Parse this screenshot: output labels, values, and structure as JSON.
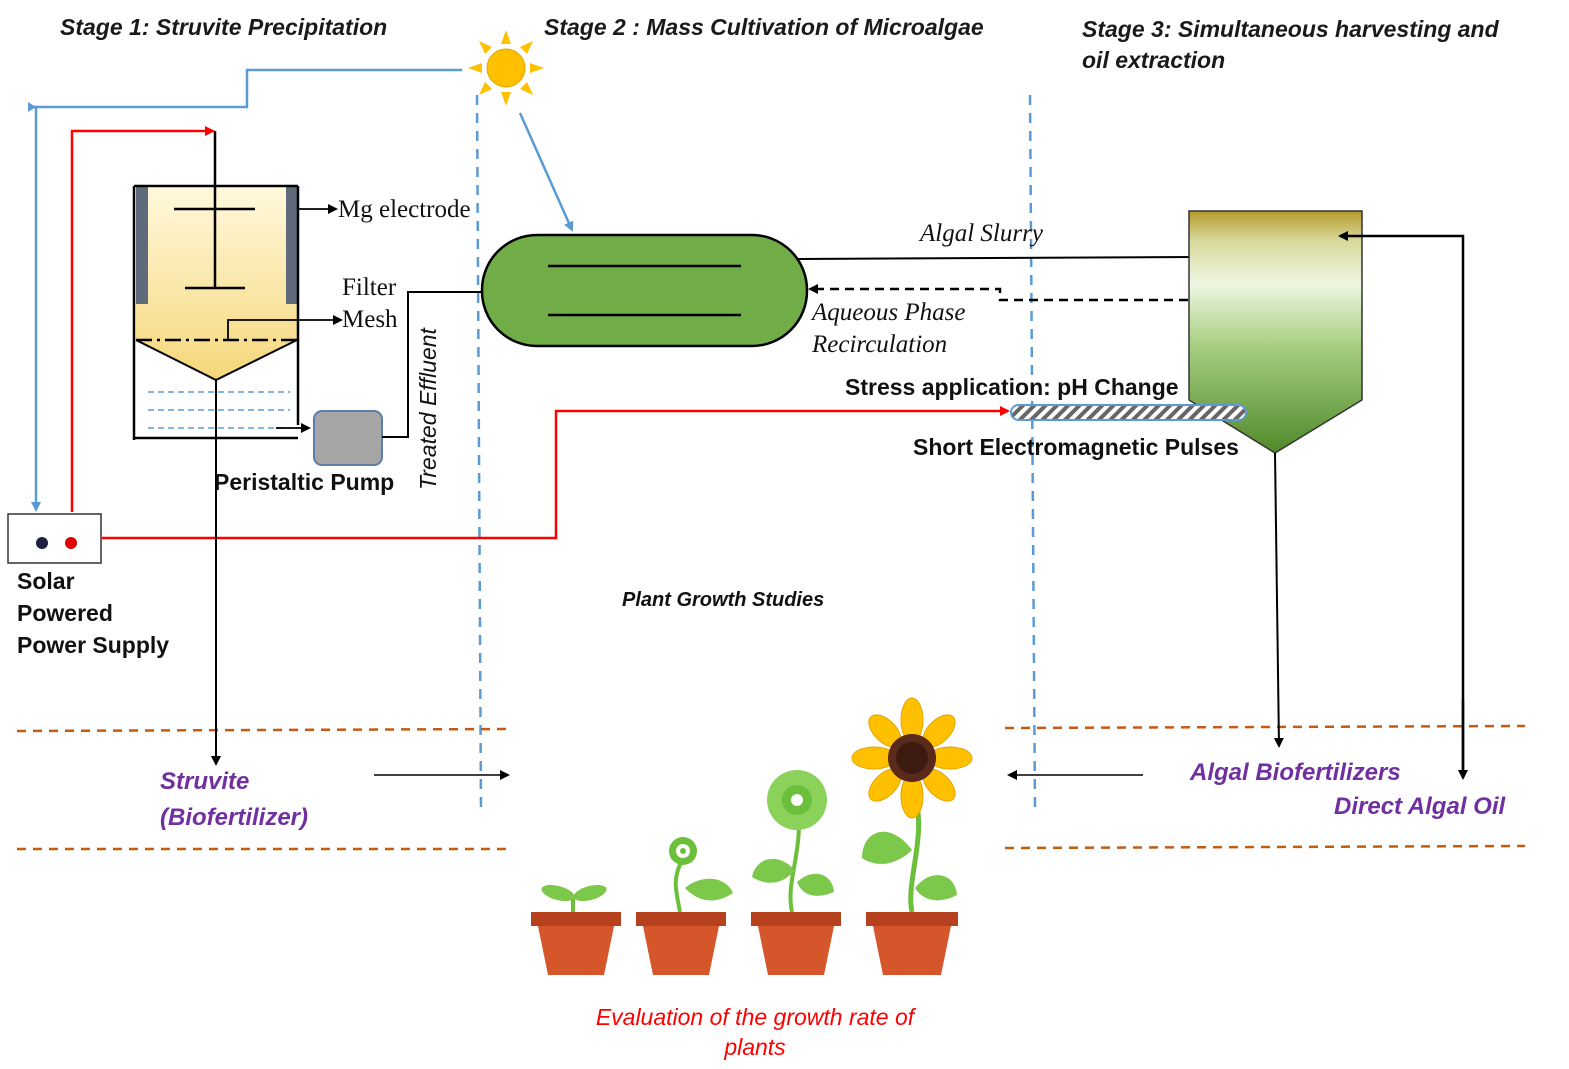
{
  "stages": {
    "stage1": "Stage 1: Struvite Precipitation",
    "stage2": "Stage 2 : Mass Cultivation of Microalgae",
    "stage3_line1": "Stage 3: Simultaneous harvesting and",
    "stage3_line2": "oil extraction"
  },
  "labels": {
    "mg_electrode": "Mg electrode",
    "filter": "Filter",
    "mesh": "Mesh",
    "peristaltic_pump": "Peristaltic Pump",
    "treated_effluent": "Treated Effluent",
    "algal_slurry": "Algal Slurry",
    "aqueous_line1": "Aqueous Phase",
    "aqueous_line2": "Recirculation",
    "stress": "Stress application: pH Change",
    "pulses": "Short Electromagnetic Pulses",
    "solar_line1": "Solar",
    "solar_line2": "Powered",
    "solar_line3": "Power Supply",
    "plant_growth": "Plant Growth Studies"
  },
  "outputs": {
    "struvite_line1": "Struvite",
    "struvite_line2": "(Biofertilizer)",
    "algal_biofertilizers": "Algal Biofertilizers",
    "direct_algal_oil": "Direct Algal Oil",
    "evaluation_line1": "Evaluation of the growth rate of",
    "evaluation_line2": "plants"
  },
  "colors": {
    "blue_line": "#5b9bd5",
    "red_line": "#ff0000",
    "orange_dash": "#c55a11",
    "reactor_green": "#70ad47",
    "purple_text": "#7030a0",
    "sun": "#ffc000"
  }
}
